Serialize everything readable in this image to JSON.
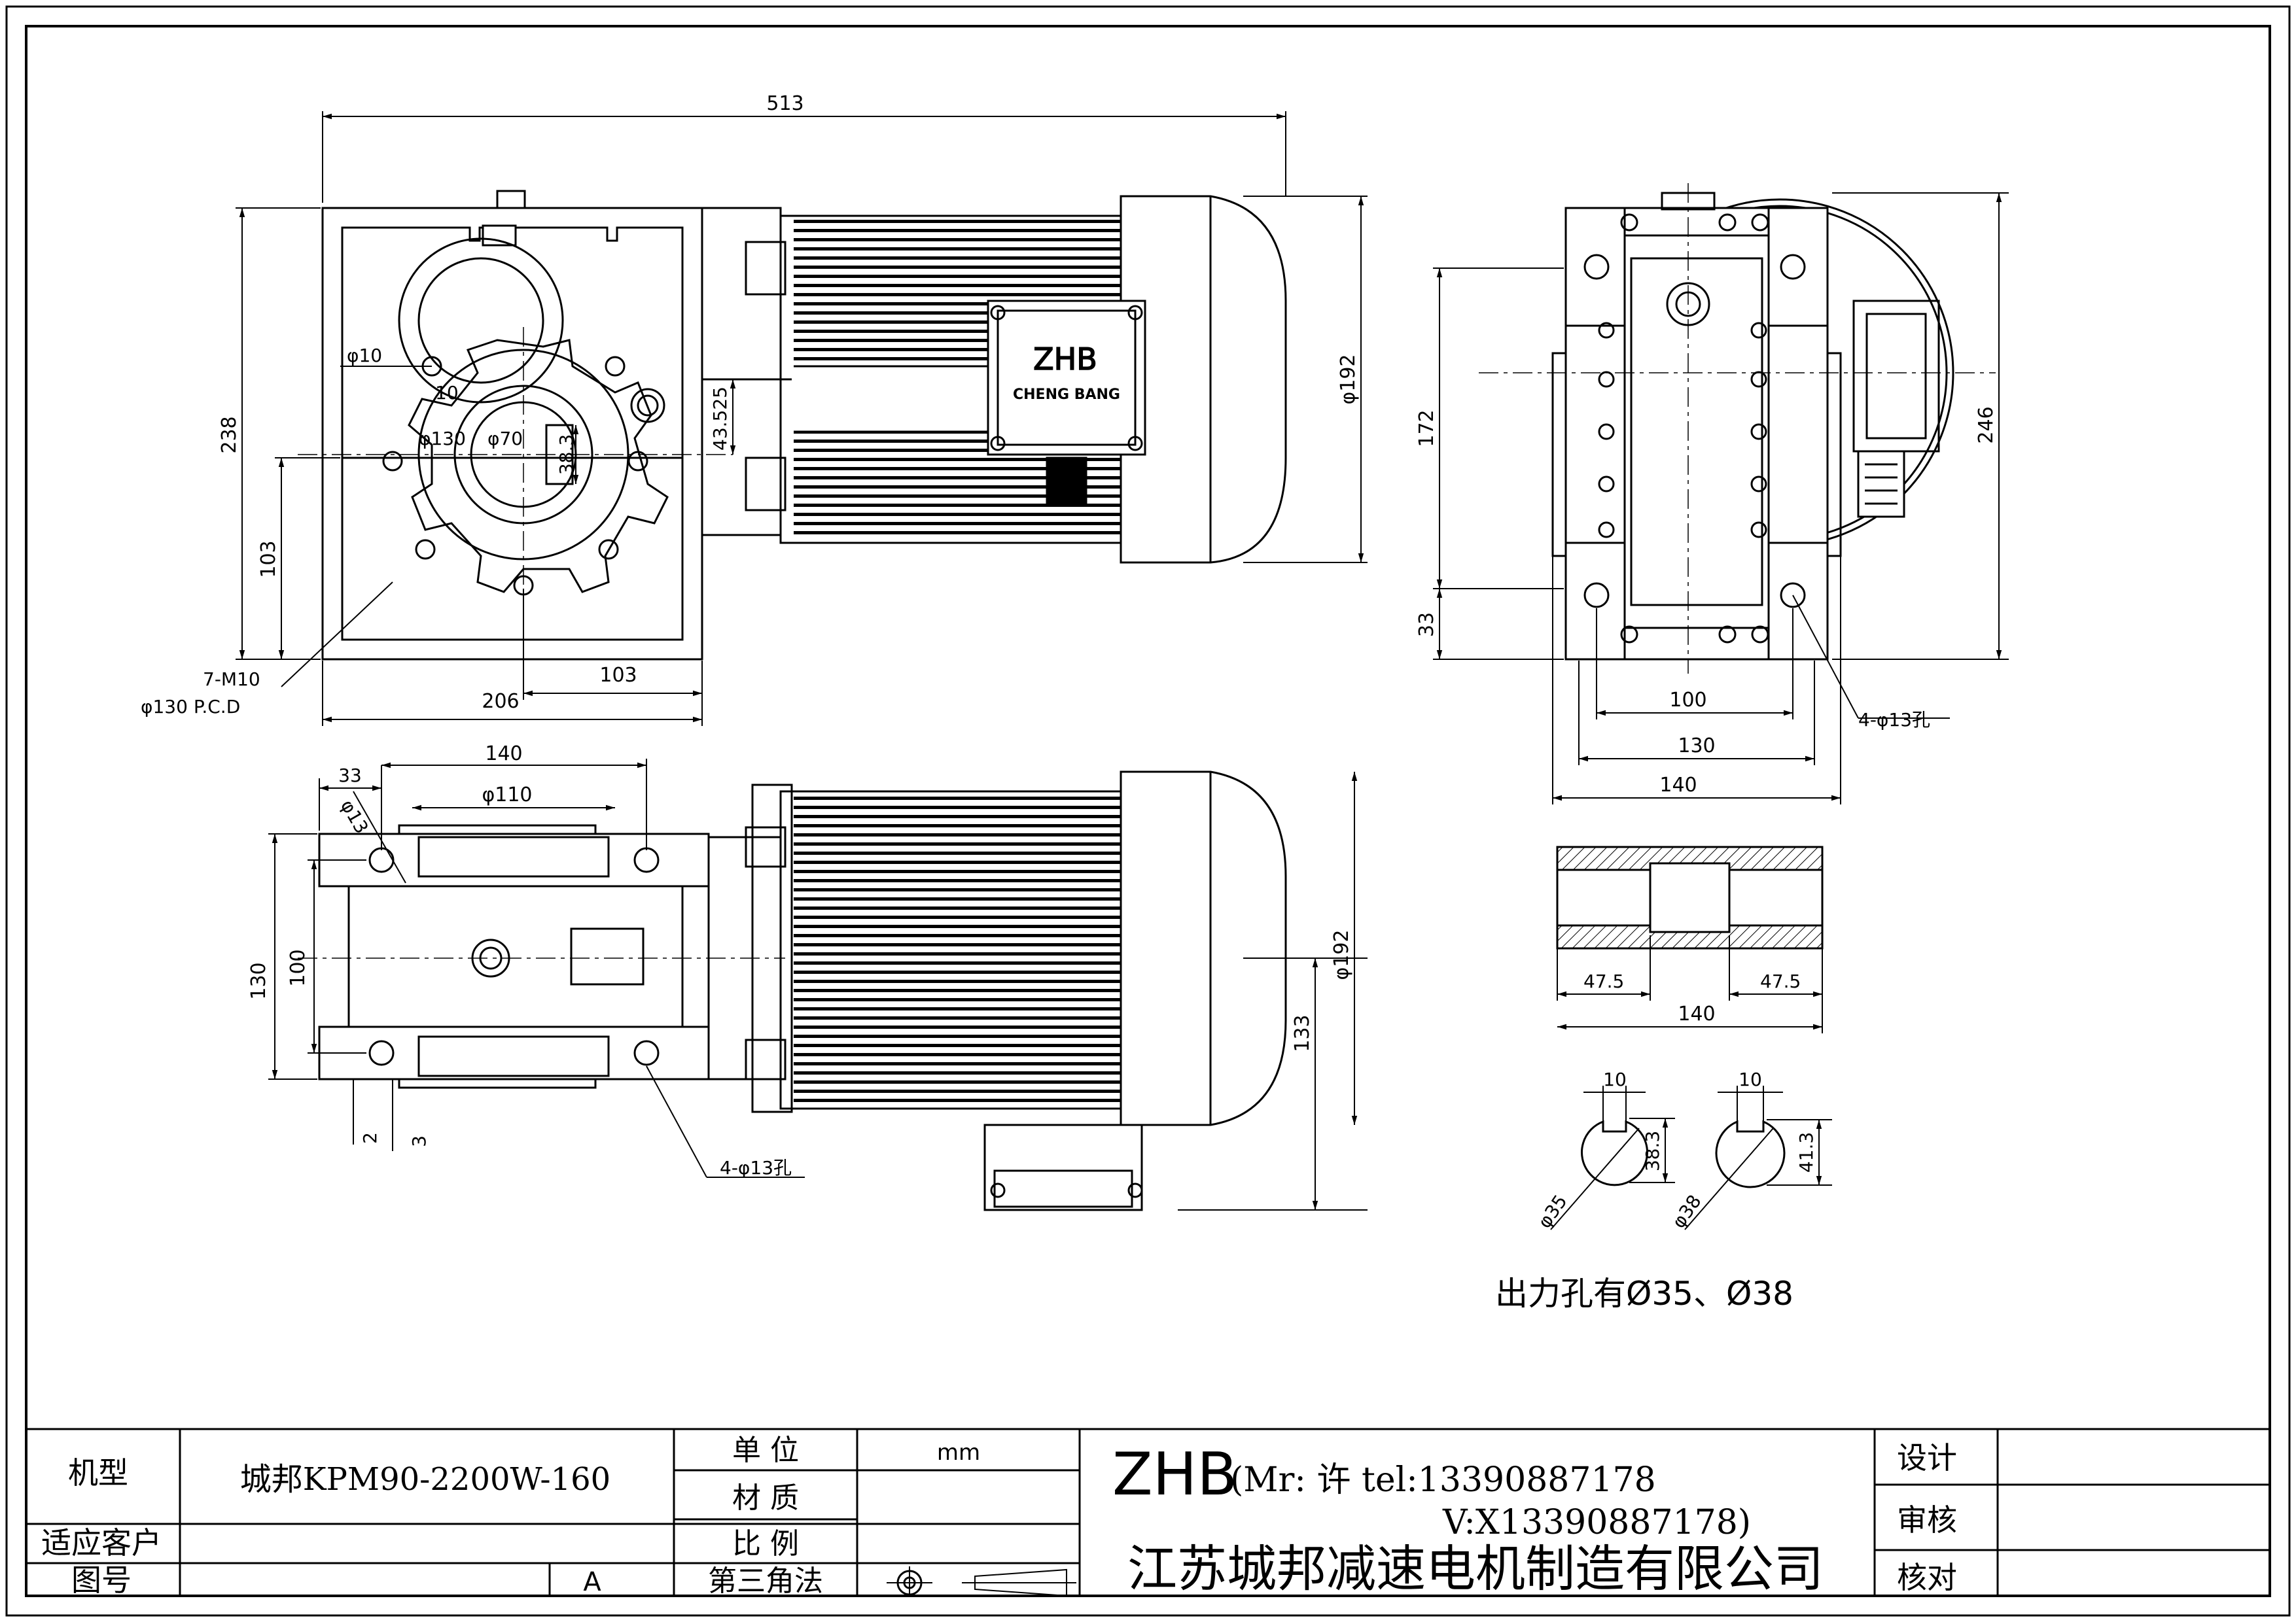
{
  "dims": {
    "top_overall": "513",
    "left_height": "238",
    "left_lower": "103",
    "bolts": "7-M10",
    "pcd": "φ130 P.C.D",
    "bottom_206": "206",
    "bottom_103": "103",
    "phi10": "φ10",
    "ten": "10",
    "phi130": "φ130",
    "phi70": "φ70",
    "key_383": "38.3",
    "shaft_off": "43.525",
    "motor_d_top": "φ192",
    "right_172": "172",
    "right_33": "33",
    "right_246": "246",
    "right_100": "100",
    "right_130": "130",
    "right_140": "140",
    "right_holes": "4-φ13孔",
    "bot_33": "33",
    "bot_140": "140",
    "bot_phi110": "φ110",
    "bot_phi13": "φ13",
    "bot_130": "130",
    "bot_100": "100",
    "bot_2": "2",
    "bot_3": "3",
    "bot_holes": "4-φ13孔",
    "bot_133": "133",
    "motor_d_bot": "φ192",
    "sec_left": "47.5",
    "sec_right": "47.5",
    "sec_total": "140",
    "key_w1": "10",
    "key_w2": "10",
    "key_h1": "38.3",
    "key_h2": "41.3",
    "key_d1": "φ35",
    "key_d2": "φ38"
  },
  "nameplate": {
    "brand": "ZHB",
    "sub": "CHENG BANG"
  },
  "note": "出力孔有Ø35、Ø38",
  "title_block": {
    "model_label": "机型",
    "model_value": "城邦KPM90-2200W-160",
    "customer_label": "适应客户",
    "drawing_no_label": "图号",
    "drawing_no_value": "A",
    "unit_label": "单  位",
    "unit_value": "mm",
    "material_label": "材  质",
    "scale_label": "比  例",
    "projection_label": "第三角法",
    "company_logo": "ZHB",
    "contact_line1": "(Mr: 许  tel:13390887178",
    "contact_line2": "V:X13390887178)",
    "company_name": "江苏城邦减速电机制造有限公司",
    "design_label": "设计",
    "review_label": "审核",
    "check_label": "核对"
  }
}
